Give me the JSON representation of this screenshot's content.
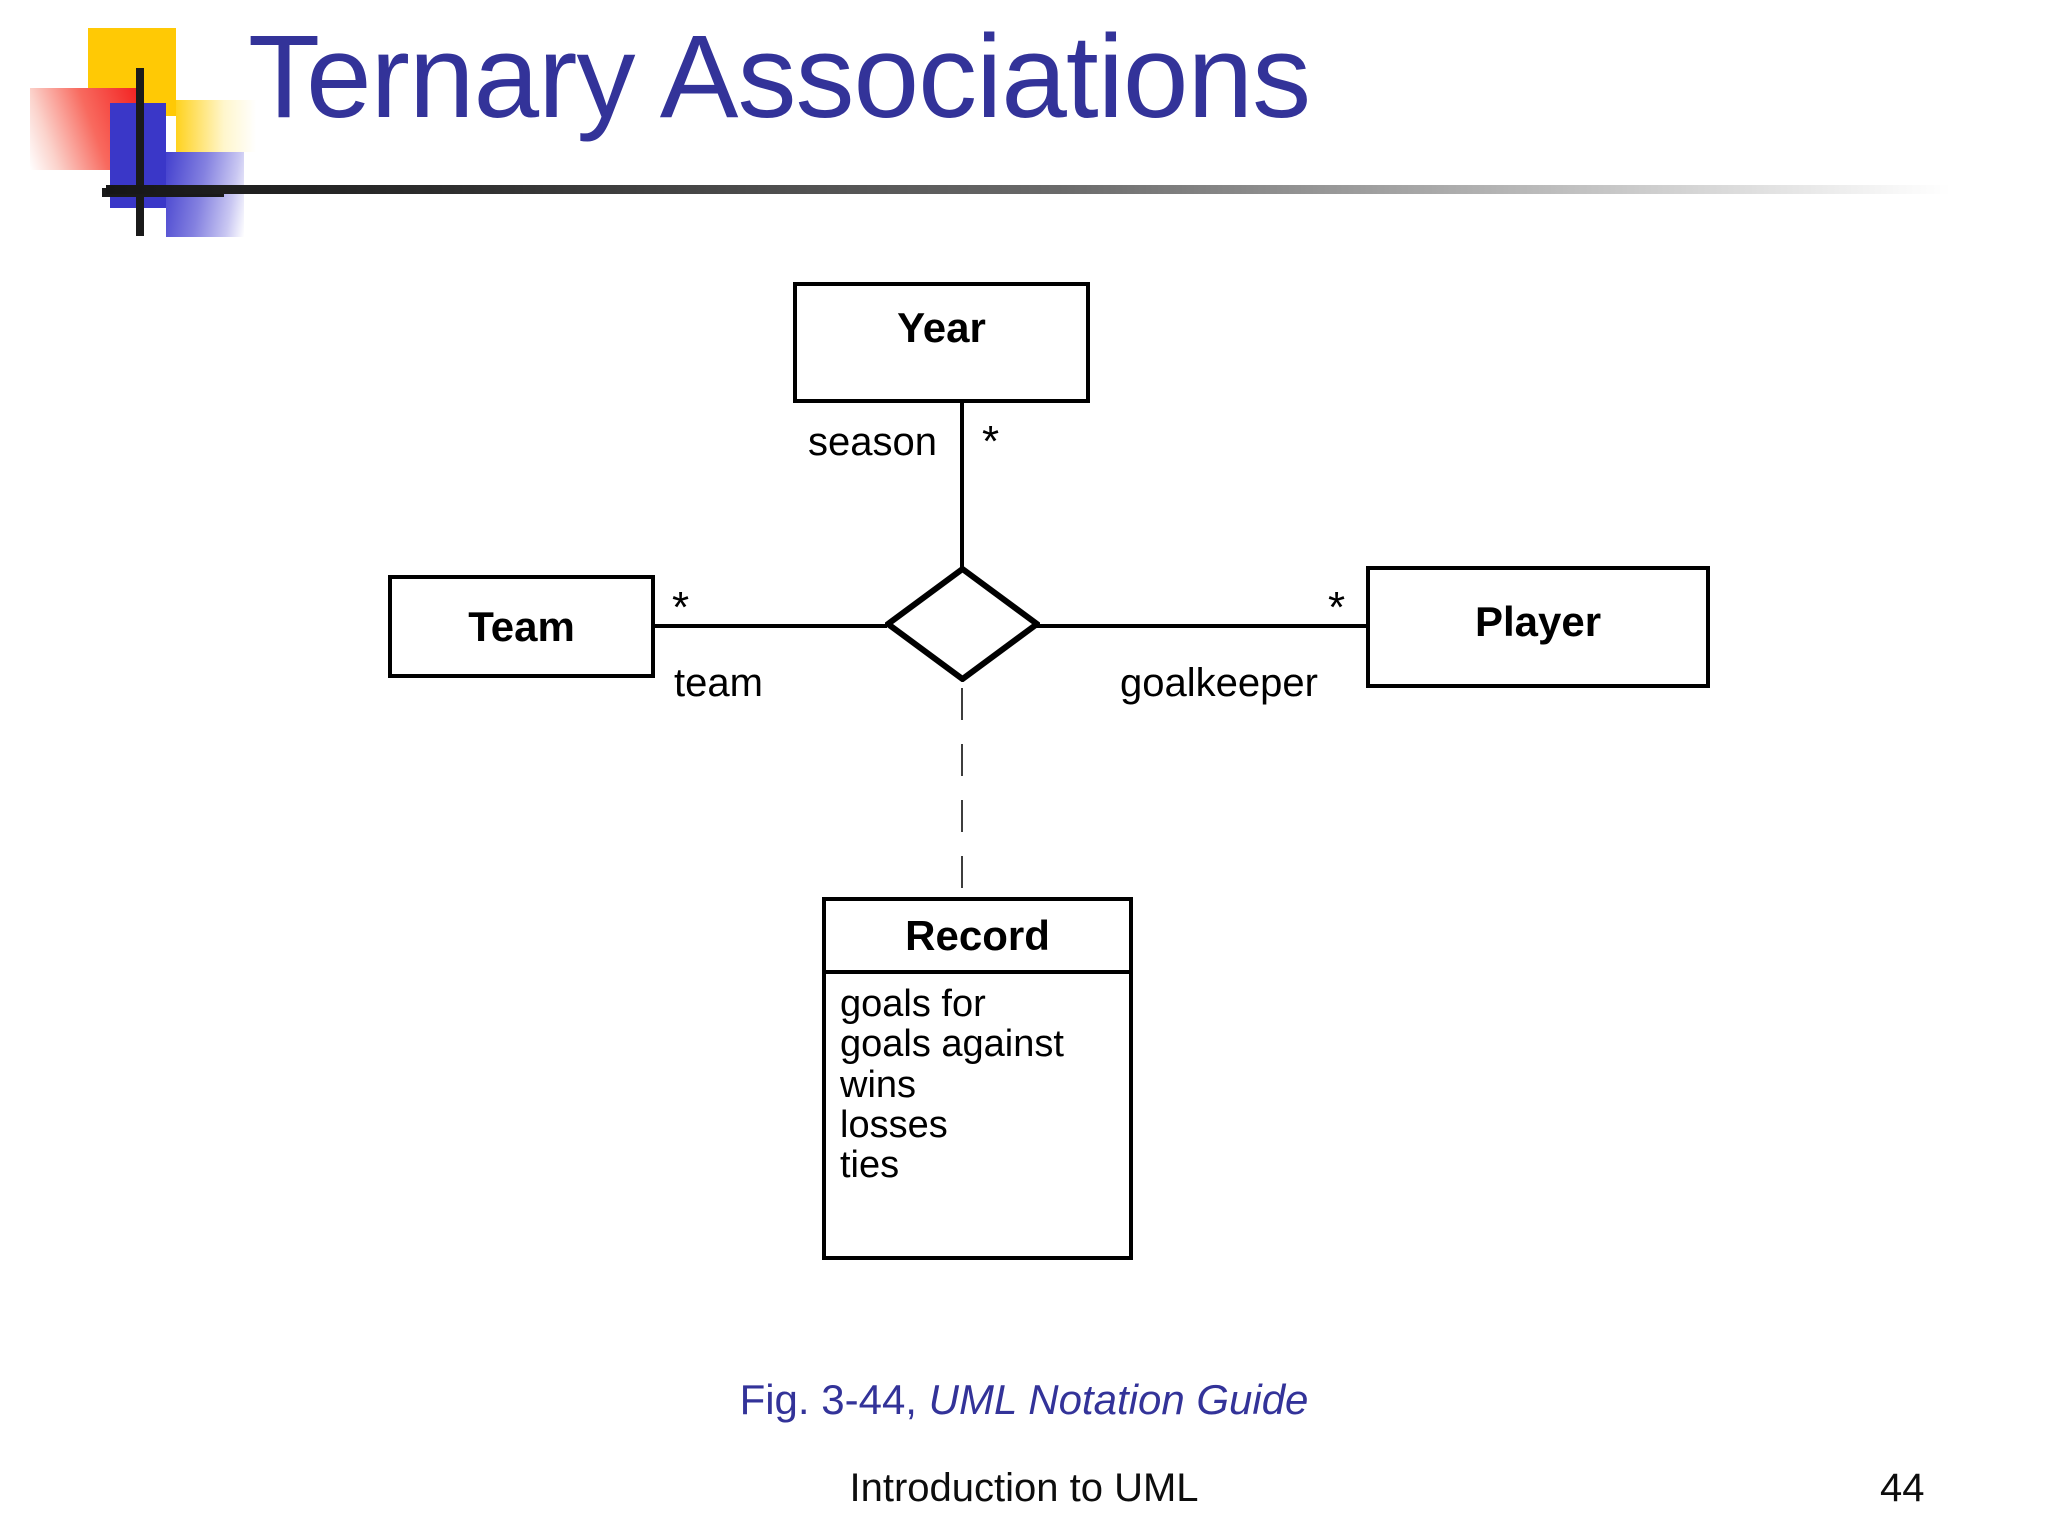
{
  "slide": {
    "title": "Ternary Associations",
    "title_color": "#333399",
    "background": "#ffffff",
    "page_number": "44",
    "footer": "Introduction to UML"
  },
  "caption": {
    "prefix": "Fig. 3-44, ",
    "source": "UML Notation Guide"
  },
  "diagram": {
    "type": "uml-class-diagram",
    "classes": [
      {
        "id": "year",
        "name": "Year",
        "attributes": []
      },
      {
        "id": "team",
        "name": "Team",
        "attributes": []
      },
      {
        "id": "player",
        "name": "Player",
        "attributes": []
      },
      {
        "id": "record",
        "name": "Record",
        "attributes": [
          "goals for",
          "goals against",
          "wins",
          "losses",
          "ties"
        ]
      }
    ],
    "association": {
      "kind": "ternary",
      "notation": "diamond",
      "association_class": "Record",
      "ends": [
        {
          "target": "Year",
          "role": "season",
          "multiplicity": "*"
        },
        {
          "target": "Team",
          "role": "team",
          "multiplicity": "*"
        },
        {
          "target": "Player",
          "role": "goalkeeper",
          "multiplicity": "*"
        }
      ]
    }
  },
  "logo": {
    "colors": {
      "yellow": "#FFC905",
      "red": "#F21C1C",
      "blue": "#3A37C8",
      "cross": "#1a1a1a"
    }
  }
}
